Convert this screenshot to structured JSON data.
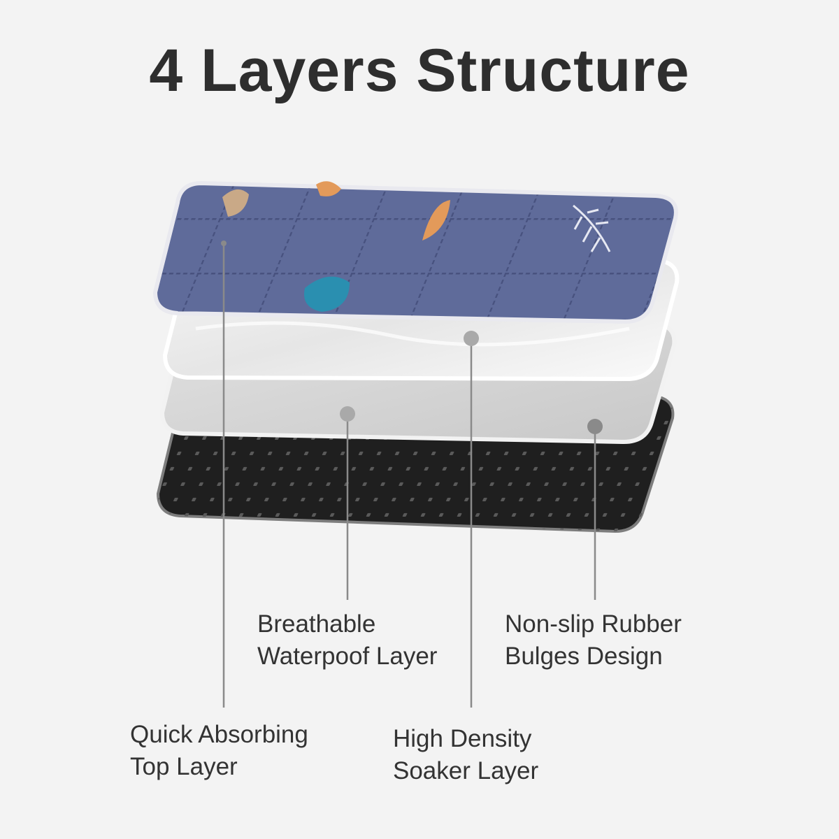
{
  "title": "4 Layers Structure",
  "labels": {
    "top": {
      "line1": "Quick Absorbing",
      "line2": "Top Layer"
    },
    "soaker": {
      "line1": "High Density",
      "line2": "Soaker Layer"
    },
    "waterproof": {
      "line1": "Breathable",
      "line2": "Waterpoof Layer"
    },
    "rubber": {
      "line1": "Non-slip Rubber",
      "line2": "Bulges Design"
    }
  },
  "colors": {
    "background": "#f3f3f3",
    "top_fabric": "#5f6b9a",
    "soaker_fill": "#eeeeee",
    "waterproof_fill": "#d4d4d4",
    "rubber_fill": "#1f1f1f",
    "leader_line": "#8a8a8a"
  }
}
